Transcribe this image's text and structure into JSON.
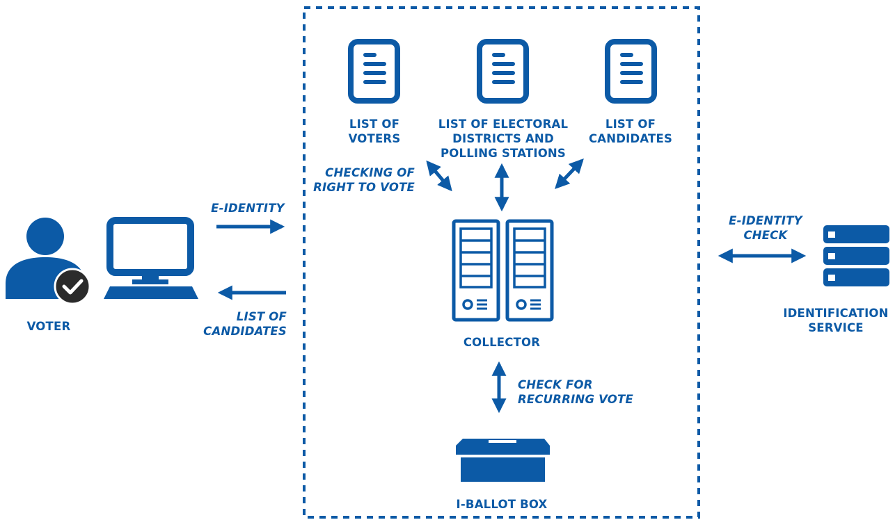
{
  "colors": {
    "primary": "#0c5aa6",
    "check_badge": "#2b2b2b",
    "background": "#ffffff"
  },
  "icons": {
    "voter": "person-icon",
    "computer": "monitor-icon",
    "lists": "document-icon",
    "collector": "server-tower-icon",
    "ballot_box": "ballot-box-icon",
    "identification_service": "server-rack-icon",
    "verified": "checkmark-icon"
  },
  "nodes": {
    "voter": "VOTER",
    "list_of_voters": [
      "LIST OF",
      "VOTERS"
    ],
    "list_of_districts": [
      "LIST OF ELECTORAL",
      "DISTRICTS AND",
      "POLLING STATIONS"
    ],
    "list_of_candidates": [
      "LIST OF",
      "CANDIDATES"
    ],
    "collector": "COLLECTOR",
    "ballot_box": "I-BALLOT BOX",
    "identification_service": [
      "IDENTIFICATION",
      "SERVICE"
    ]
  },
  "edges": {
    "e_identity": "E-IDENTITY",
    "list_of_candidates_back": [
      "LIST OF",
      "CANDIDATES"
    ],
    "checking_right": [
      "CHECKING OF",
      "RIGHT TO VOTE"
    ],
    "recurring_vote": [
      "CHECK FOR",
      "RECURRING VOTE"
    ],
    "e_identity_check": [
      "E-IDENTITY",
      "CHECK"
    ]
  }
}
